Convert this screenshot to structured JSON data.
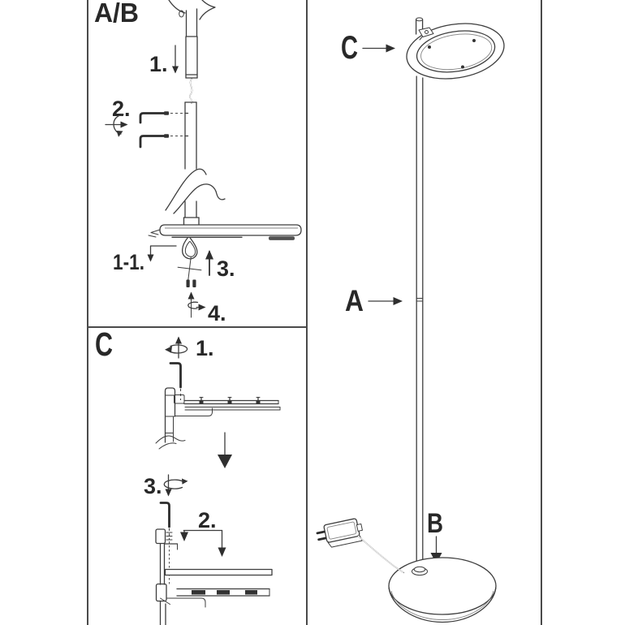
{
  "page": {
    "background": "#ffffff",
    "border_color": "#4a4a4a",
    "line_color": "#3d3d3d",
    "text_color": "#282828"
  },
  "panel_ab": {
    "title": "A/B",
    "step_1": "1.",
    "step_2": "2.",
    "step_1_1": "1-1.",
    "step_3": "3.",
    "step_4": "4."
  },
  "panel_c": {
    "title": "C",
    "step_1": "1.",
    "step_2": "2.",
    "step_3": "3."
  },
  "overview": {
    "head_label": "C",
    "pole_label": "A",
    "base_label": "B"
  },
  "icons": {
    "rotate_ab_step2": "rotate-about-horizontal-axis-icon",
    "rotate_ab_step4": "screw-upward-icon",
    "rotate_c_step1": "unscrew-icon",
    "rotate_c_step3": "screw-downward-icon",
    "allen_key": "allen-key-icon",
    "power_plug": "power-adapter-plug"
  }
}
